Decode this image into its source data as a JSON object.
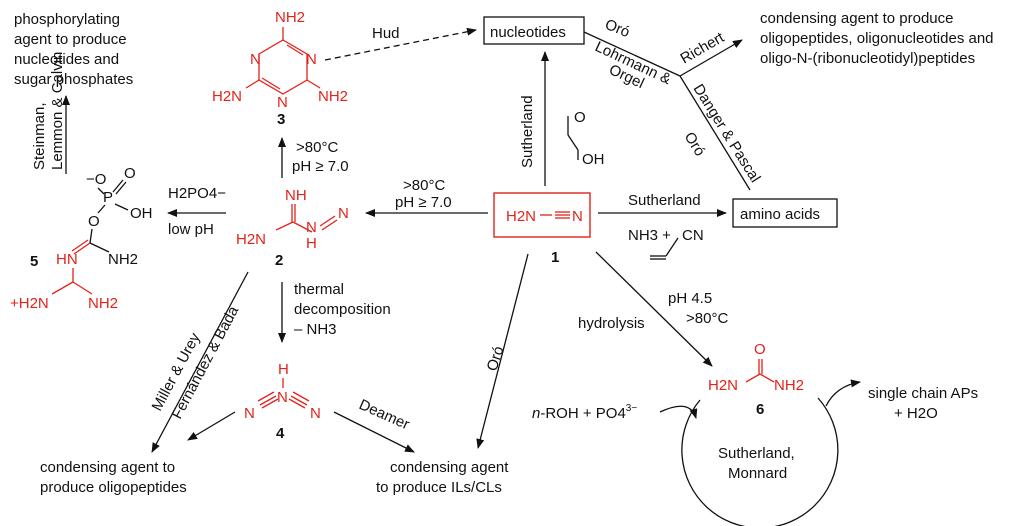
{
  "central": {
    "formula": "H2N—≡N",
    "h2n": "H2N",
    "n": "N",
    "number": "1"
  },
  "cmp2": {
    "nh": "NH",
    "h2n": "H2N",
    "hn": "H",
    "n": "N",
    "number": "2"
  },
  "cmp3": {
    "nh2_top": "NH2",
    "h2n": "H2N",
    "nh2_right": "NH2",
    "n": "N",
    "number": "3"
  },
  "cmp4": {
    "h": "H",
    "n_left": "N",
    "n_mid": "N",
    "n_right": "N",
    "number": "4"
  },
  "cmp5": {
    "ominus": "−O",
    "o_dbl": "O",
    "p": "P",
    "o_bridge": "O",
    "oh": "OH",
    "hn": "HN",
    "nh2": "NH2",
    "h2n_plus": "+H2N",
    "nh2b": "NH2",
    "number": "5"
  },
  "cmp6": {
    "o": "O",
    "h2n": "H2N",
    "nh2": "NH2",
    "number": "6"
  },
  "glycolaldehyde": {
    "o": "O",
    "oh": "OH"
  },
  "boxes": {
    "nucleotides": "nucleotides",
    "amino_acids": "amino acids"
  },
  "labels": {
    "hud": "Hud",
    "sutherland_up": "Sutherland",
    "oro_top": "Oró",
    "lohrmann": "Lohrmann &",
    "orgel": "Orgel",
    "richert": "Richert",
    "danger": "Danger & Pascal",
    "oro_right": "Oró",
    "condensing_top1": "condensing agent to produce",
    "condensing_top2": "oligopeptides, oligonucleotides and",
    "condensing_top3": "oligo-N-(ribonucleotidyl)peptides",
    "sutherland_right": "Sutherland",
    "nh3": "NH3 +",
    "cn": "CN",
    "cond1_left_1": ">80°C",
    "cond1_left_2": "pH ≥ 7.0",
    "cond2_up_1": ">80°C",
    "cond2_up_2": "pH ≥ 7.0",
    "h2po4": "H2PO4−",
    "low_ph": "low pH",
    "phos1": "phosphorylating",
    "phos2": "agent to produce",
    "phos3": "nucleotides and",
    "phos4": "sugar phosphates",
    "steinman": "Steinman,",
    "lemmon": "Lemmon & Calvin",
    "thermal1": "thermal",
    "thermal2": "decomposition",
    "thermal3": "– NH3",
    "miller": "Miller & Urey",
    "fernandez": "Fernández & Bada",
    "deamer": "Deamer",
    "oro_mid": "Oró",
    "ph45": "pH 4.5",
    "gt80": ">80°C",
    "hydrolysis": "hydrolysis",
    "rohpo4": "n-ROH + PO4",
    "rohpo4_sup": "3−",
    "single1": "single chain APs",
    "single2": "+ H2O",
    "sutherland_monnard1": "Sutherland,",
    "sutherland_monnard2": "Monnard",
    "cond_bot_left1": "condensing agent to",
    "cond_bot_left2": "produce oligopeptides",
    "cond_bot_mid1": "condensing agent",
    "cond_bot_mid2": "to produce ILs/CLs"
  }
}
